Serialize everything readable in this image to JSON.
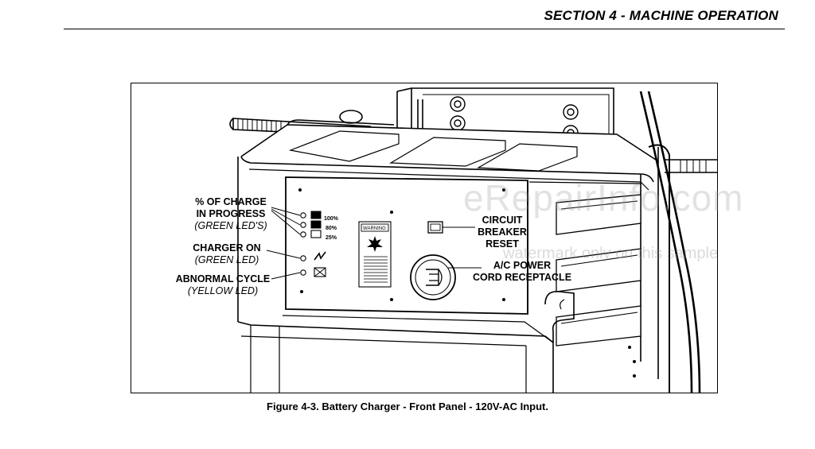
{
  "header": {
    "section_title": "SECTION 4 - MACHINE OPERATION"
  },
  "figure": {
    "callouts": {
      "charge_progress": {
        "title_line1": "% OF CHARGE",
        "title_line2": "IN PROGRESS",
        "sub": "(GREEN LED'S)"
      },
      "charger_on": {
        "title": "CHARGER ON",
        "sub": "(GREEN LED)"
      },
      "abnormal_cycle": {
        "title": "ABNORMAL CYCLE",
        "sub": "(YELLOW LED)"
      },
      "circuit_breaker": {
        "line1": "CIRCUIT",
        "line2": "BREAKER",
        "line3": "RESET"
      },
      "ac_power": {
        "line1": "A/C POWER",
        "line2": "CORD RECEPTACLE"
      }
    },
    "panel_labels": {
      "pct_100": "100%",
      "pct_80": "80%",
      "pct_25": "25%",
      "warning": "WARNING"
    },
    "caption": "Figure 4-3. Battery Charger - Front Panel - 120V-AC Input."
  },
  "watermark": {
    "site": "eRepairInfo.com",
    "note": "watermark only on this sample"
  }
}
